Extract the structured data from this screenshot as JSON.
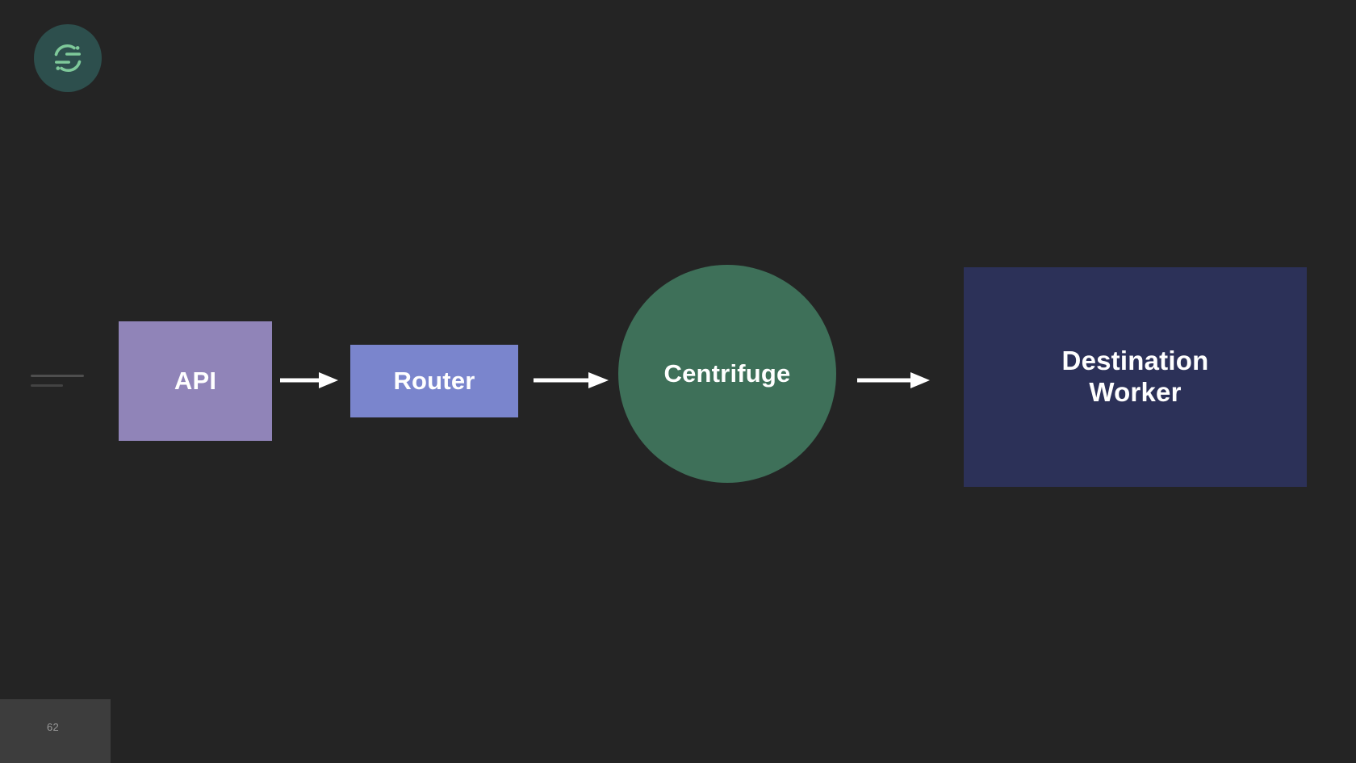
{
  "slide": {
    "background_color": "#242424",
    "number": "62",
    "footer_panel_color": "#3d3d3d"
  },
  "logo": {
    "name": "segment-logo",
    "badge_color": "#2d4f4d",
    "glyph_color": "#7ec99a"
  },
  "diagram": {
    "type": "flow",
    "nodes": [
      {
        "id": "api",
        "label": "API",
        "shape": "rectangle",
        "color": "#9084b8",
        "text_color": "#ffffff"
      },
      {
        "id": "router",
        "label": "Router",
        "shape": "rectangle",
        "color": "#7a85cd",
        "text_color": "#ffffff"
      },
      {
        "id": "centrifuge",
        "label": "Centrifuge",
        "shape": "circle",
        "color": "#3e7059",
        "text_color": "#ffffff"
      },
      {
        "id": "destination_worker",
        "label": "Destination Worker",
        "label_line_1": "Destination",
        "label_line_2": "Worker",
        "shape": "rectangle",
        "color": "#2c3158",
        "text_color": "#ffffff"
      }
    ],
    "edges": [
      {
        "id": "edge-api-router",
        "from": "api",
        "to": "router",
        "color": "#ffffff"
      },
      {
        "id": "edge-router-centrifuge",
        "from": "router",
        "to": "centrifuge",
        "color": "#ffffff"
      },
      {
        "id": "edge-centrifuge-destination",
        "from": "centrifuge",
        "to": "destination_worker",
        "color": "#ffffff"
      }
    ],
    "leading_lines_color": "#4e4e4e"
  }
}
